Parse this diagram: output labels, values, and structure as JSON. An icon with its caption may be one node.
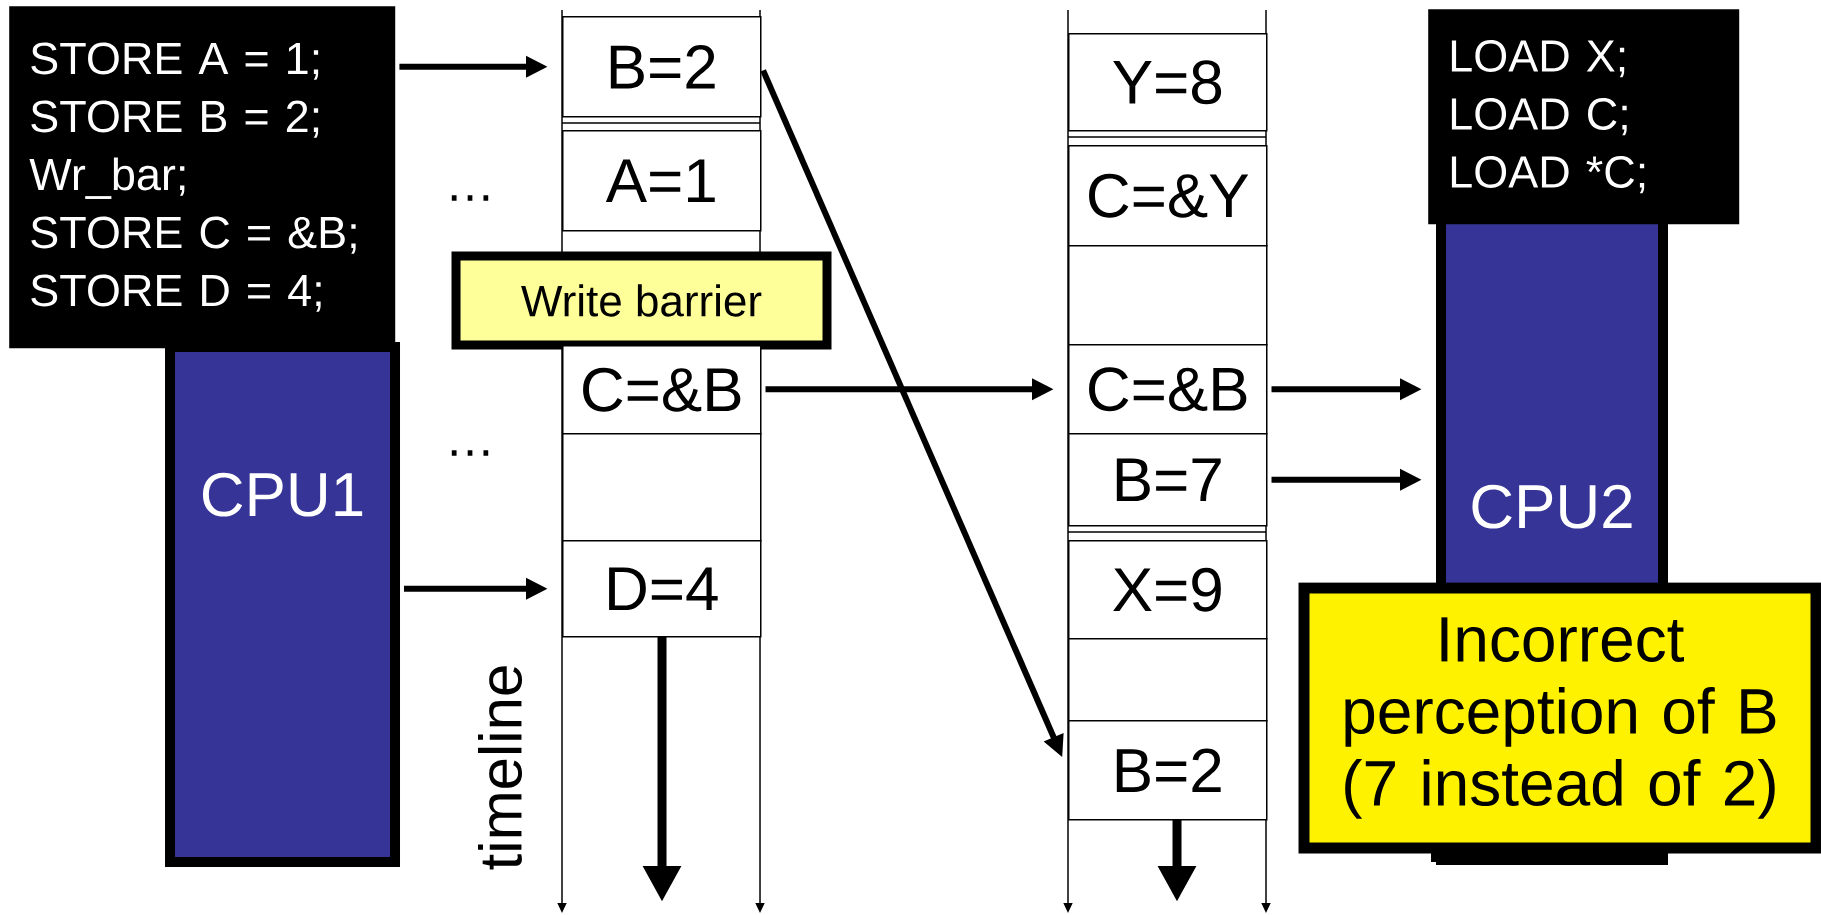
{
  "diagram": {
    "nodes": [
      {
        "text": [
          "STORE A = 1;",
          "STORE B = 2;",
          "Wr_bar;",
          "STORE C = &B;",
          "STORE D = 4;"
        ]
      },
      {
        "text": [
          "CPU1"
        ]
      },
      {
        "text": [
          "B=2"
        ]
      },
      {
        "text": [
          "A=1"
        ]
      },
      {
        "text": [
          "Write barrier"
        ]
      },
      {
        "text": [
          "C=&B"
        ]
      },
      {
        "text": [],
        "shape": "box"
      },
      {
        "text": [
          "D=4"
        ]
      },
      {
        "text": [
          "Y=8"
        ]
      },
      {
        "text": [
          "C=&Y"
        ]
      },
      {
        "text": [],
        "shape": "box"
      },
      {
        "text": [
          "C=&B"
        ]
      },
      {
        "text": [
          "B=7"
        ]
      },
      {
        "text": [
          "X=9"
        ]
      },
      {
        "text": [],
        "shape": "box"
      },
      {
        "text": [
          "B=2"
        ]
      },
      {
        "text": [
          "LOAD X;",
          "LOAD C;",
          "LOAD *C;"
        ]
      },
      {
        "text": [
          "CPU2"
        ]
      },
      {
        "text": [
          "Incorrect perception of B (7 instead of 2)"
        ]
      }
    ],
    "edges": [
      {
        "from": 0,
        "to": 2,
        "arrow": "to"
      },
      {
        "from": 1,
        "to": 7,
        "arrow": "to"
      },
      {
        "from": 2,
        "to": 15,
        "arrow": "to"
      },
      {
        "from": 5,
        "to": 11,
        "arrow": "to"
      },
      {
        "from": 11,
        "to": 17,
        "arrow": "to"
      },
      {
        "from": 12,
        "to": 17,
        "arrow": "to"
      }
    ],
    "labels": [
      "…",
      "…",
      "timeline"
    ]
  }
}
